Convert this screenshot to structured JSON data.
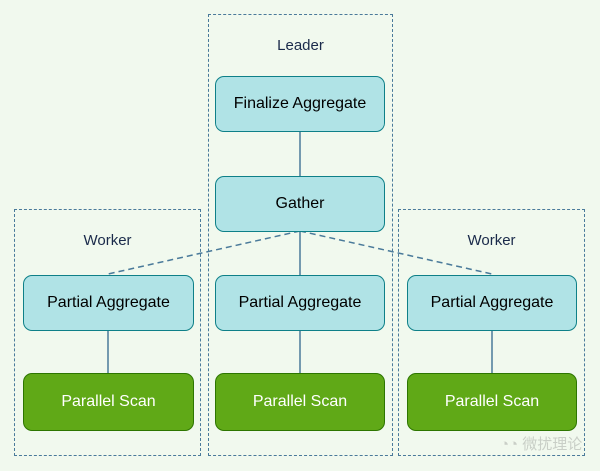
{
  "groups": {
    "leader": "Leader",
    "worker_left": "Worker",
    "worker_right": "Worker"
  },
  "nodes": {
    "finalize": "Finalize Aggregate",
    "gather": "Gather",
    "partial": [
      "Partial Aggregate",
      "Partial Aggregate",
      "Partial Aggregate"
    ],
    "scan": [
      "Parallel Scan",
      "Parallel Scan",
      "Parallel Scan"
    ]
  },
  "colors": {
    "node_fill": "#b0e3e6",
    "node_stroke": "#0e8088",
    "scan_fill": "#60a917",
    "scan_stroke": "#2d7600",
    "group_border": "#4a7a9a",
    "background": "#f1f9ee"
  },
  "watermark": "微扰理论"
}
